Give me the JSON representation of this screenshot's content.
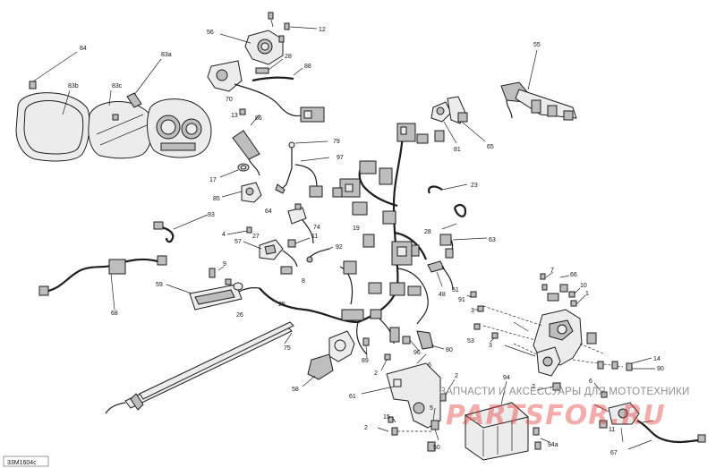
{
  "diagram": {
    "figure_code": "33M1604c",
    "callouts": [
      "84",
      "83b",
      "83c",
      "83a",
      "56",
      "12",
      "28",
      "88",
      "70",
      "13",
      "86",
      "79",
      "97",
      "17",
      "85",
      "55",
      "81",
      "65",
      "23",
      "93",
      "64",
      "4",
      "57",
      "27",
      "11",
      "92",
      "74",
      "19",
      "28",
      "63",
      "68",
      "59",
      "9",
      "26",
      "8",
      "25",
      "48",
      "51",
      "91",
      "3",
      "53",
      "75",
      "96",
      "80",
      "89",
      "2",
      "58",
      "61",
      "6",
      "7",
      "66",
      "10",
      "1",
      "14",
      "90",
      "94",
      "2",
      "15",
      "2",
      "11",
      "67",
      "94a",
      "50",
      "5",
      "3",
      "2",
      "6"
    ]
  },
  "watermark": {
    "caption": "ЗАПЧАСТИ И АКСЕССУАРЫ ДЛЯ МОТОТЕХНИКИ",
    "brand": "PARTSFOR.RU"
  }
}
